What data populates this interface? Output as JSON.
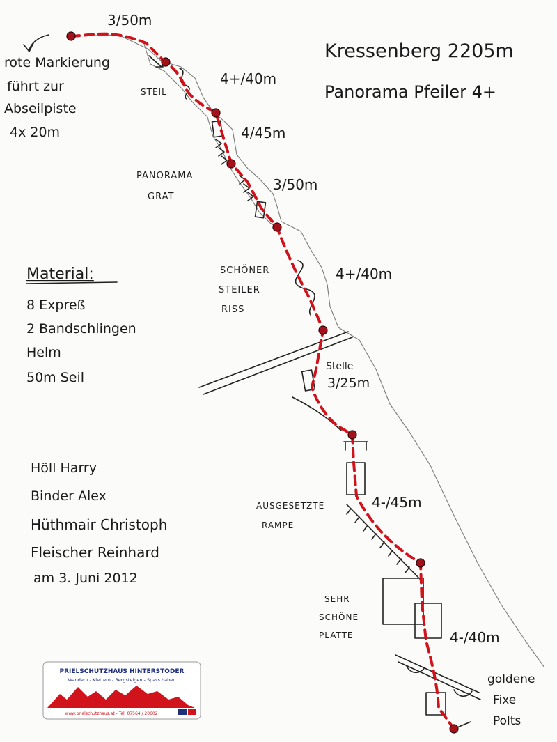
{
  "title": "Kressenberg 2205m",
  "subtitle": "Panorama Pfeiler 4+",
  "descent_note": [
    "rote Markierung",
    "führt zur",
    "Abseilpiste",
    "4x 20m"
  ],
  "material": {
    "heading": "Material:",
    "items": [
      "8 Expreß",
      "2 Bandschlingen",
      "Helm",
      "50m Seil"
    ]
  },
  "climbers": [
    "Höll Harry",
    "Binder Alex",
    "Hüthmair Christoph",
    "Fleischer Reinhard"
  ],
  "date": "am 3. Juni 2012",
  "pitches": [
    "3/50m",
    "4+/40m",
    "4/45m",
    "3/50m",
    "4+/40m",
    "3/25m",
    "4-/45m",
    "4-/40m"
  ],
  "features": {
    "steil": "STEIL",
    "panorama_grat": [
      "PANORAMA",
      "GRAT"
    ],
    "riss": [
      "SCHÖNER",
      "STEILER",
      "RISS"
    ],
    "stelle": "Stelle",
    "rampe": [
      "AUSGESETZTE",
      "RAMPE"
    ],
    "platte": [
      "SEHR",
      "SCHÖNE",
      "PLATTE"
    ],
    "bolts": [
      "goldene",
      "Fixe",
      "Polts"
    ]
  },
  "hut_card": {
    "name": "PRIELSCHUTZHAUS HINTERSTODER",
    "tagline": "Wandern - Klettern - Bergsteigen - Spass haben",
    "footer": "www.prielschutzhaus.at - Tel. 07564 / 20602",
    "colors": {
      "brand": "#1f2f7f",
      "accent": "#d1141c"
    }
  }
}
